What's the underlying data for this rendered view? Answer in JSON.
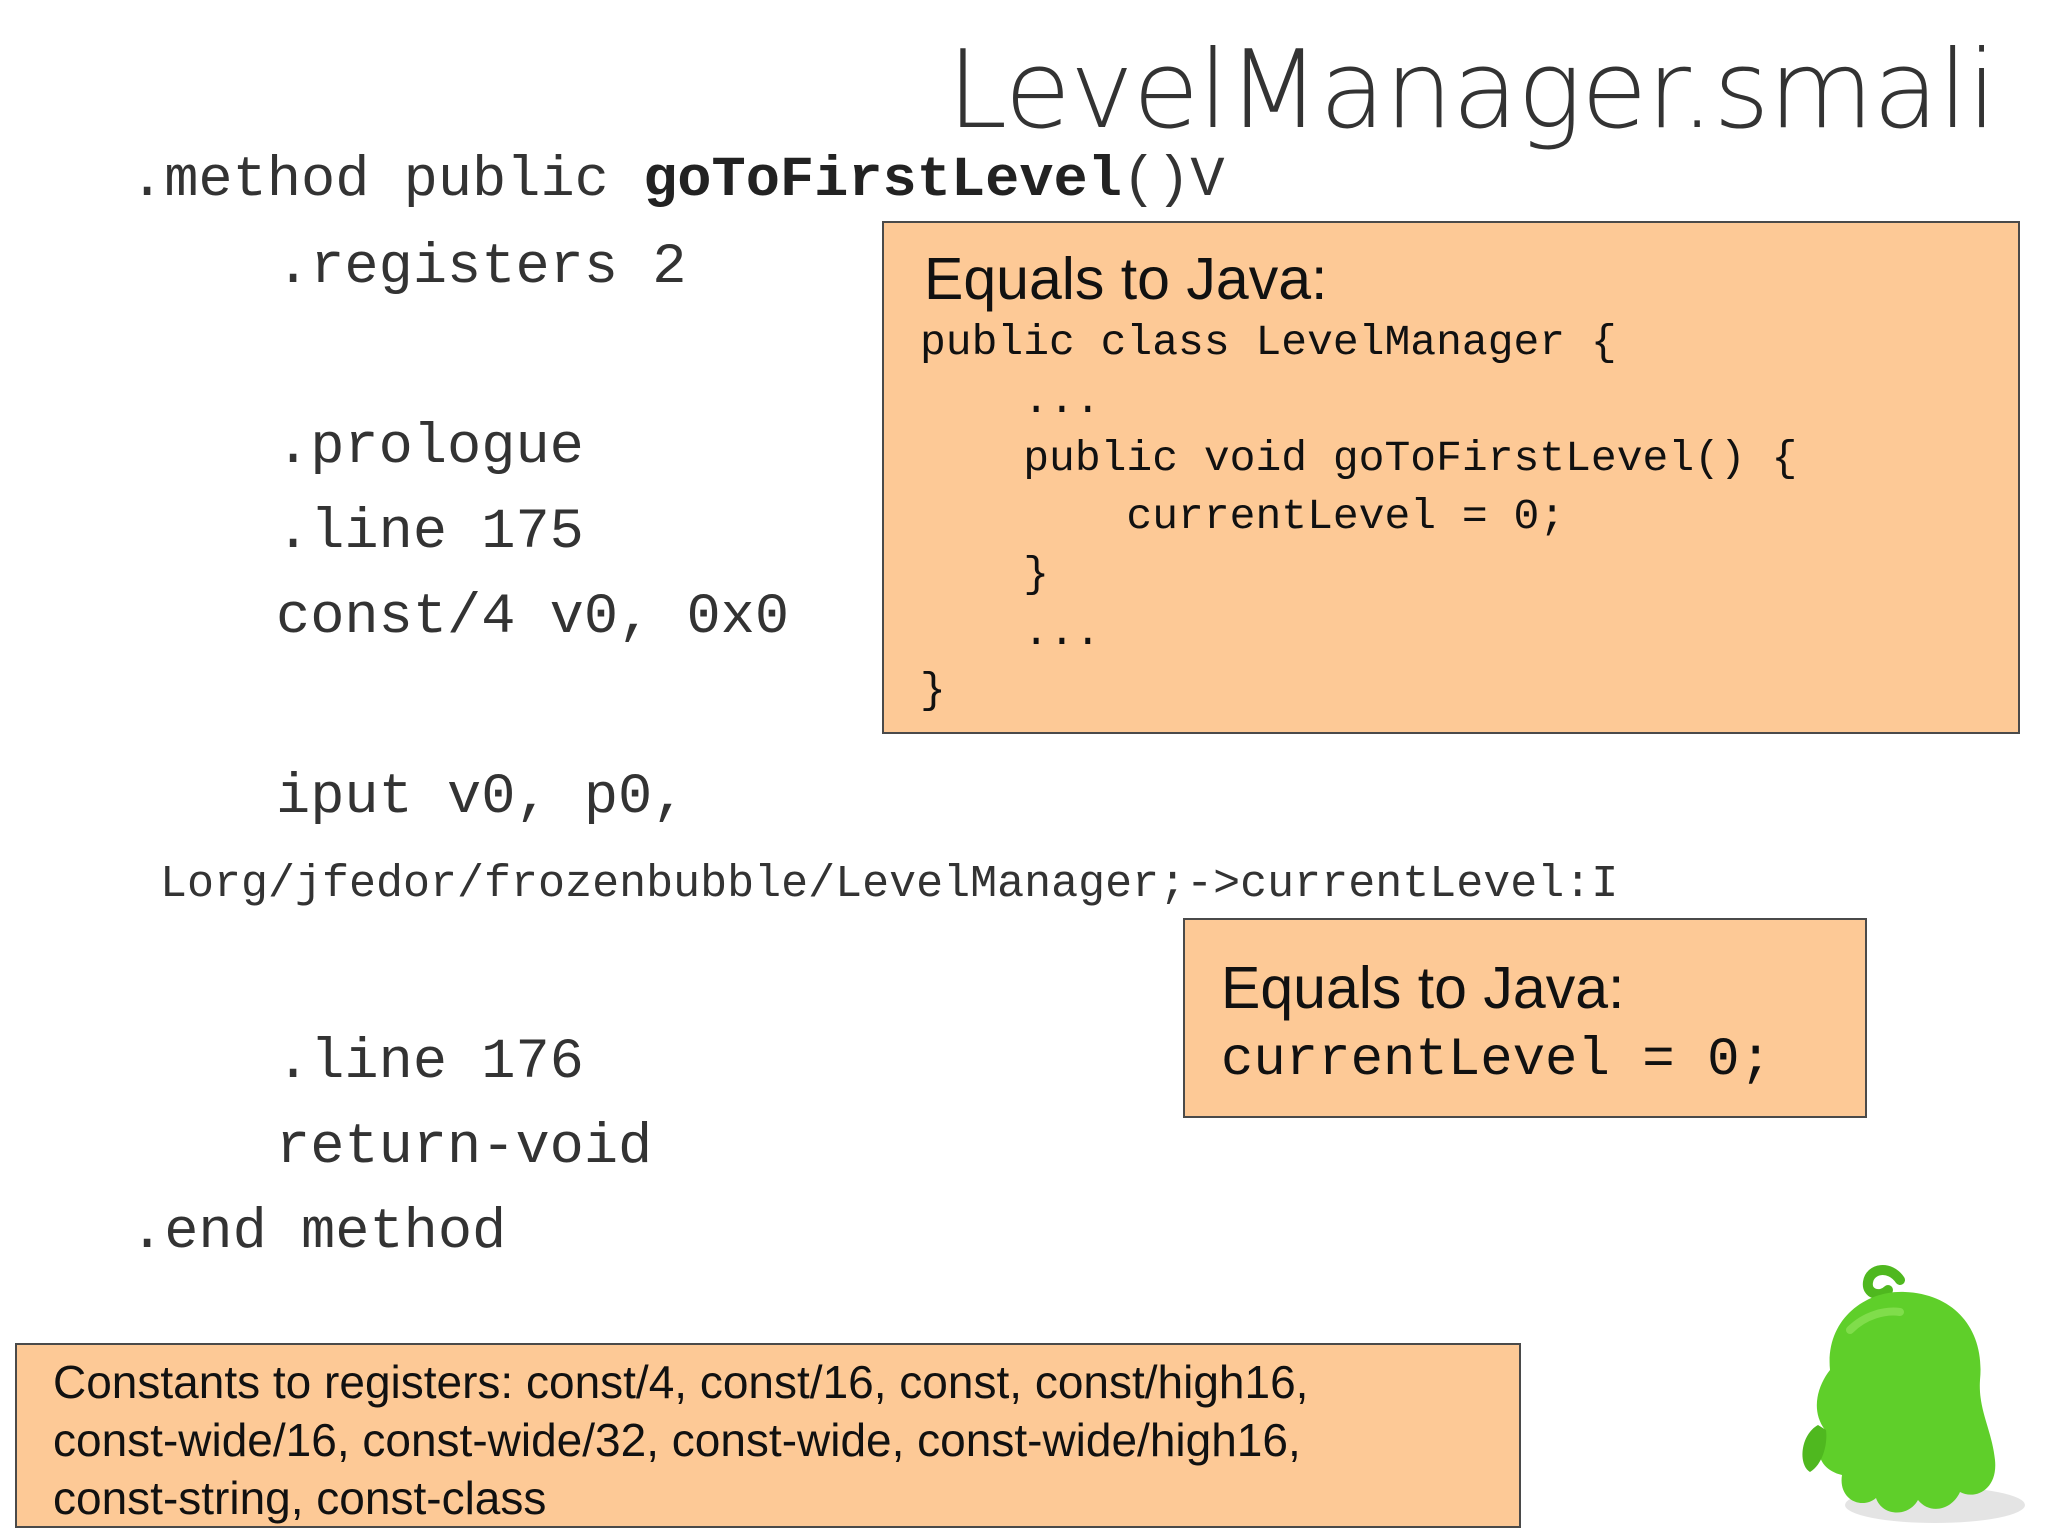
{
  "title": "LevelManager.smali",
  "smali": {
    "line1_prefix": ".method public ",
    "line1_bold": "goToFirstLevel",
    "line1_suffix": "()V",
    "registers": ".registers 2",
    "prologue": ".prologue",
    "line175": ".line 175",
    "const": "const/4 v0, 0x0",
    "iput": "iput v0, p0,",
    "field": "Lorg/jfedor/frozenbubble/LevelManager;->currentLevel:I",
    "line176": ".line 176",
    "return": "return-void",
    "end": ".end method"
  },
  "java_box": {
    "heading": "Equals to Java:",
    "lines": [
      "public class LevelManager {",
      "    ...",
      "    public void goToFirstLevel() {",
      "        currentLevel = 0;",
      "    }",
      "    ...",
      "}"
    ]
  },
  "java_box_small": {
    "heading": "Equals to Java:",
    "code": "currentLevel = 0;"
  },
  "constants_note": {
    "line1": "Constants to registers: const/4, const/16, const, const/high16,",
    "line2": "const-wide/16, const-wide/32, const-wide, const-wide/high16,",
    "line3": "const-string, const-class"
  },
  "colors": {
    "box_fill": "#fdc996",
    "mascot_green": "#5fcf2a"
  },
  "icons": {
    "mascot": "green-android-blob-mascot"
  }
}
